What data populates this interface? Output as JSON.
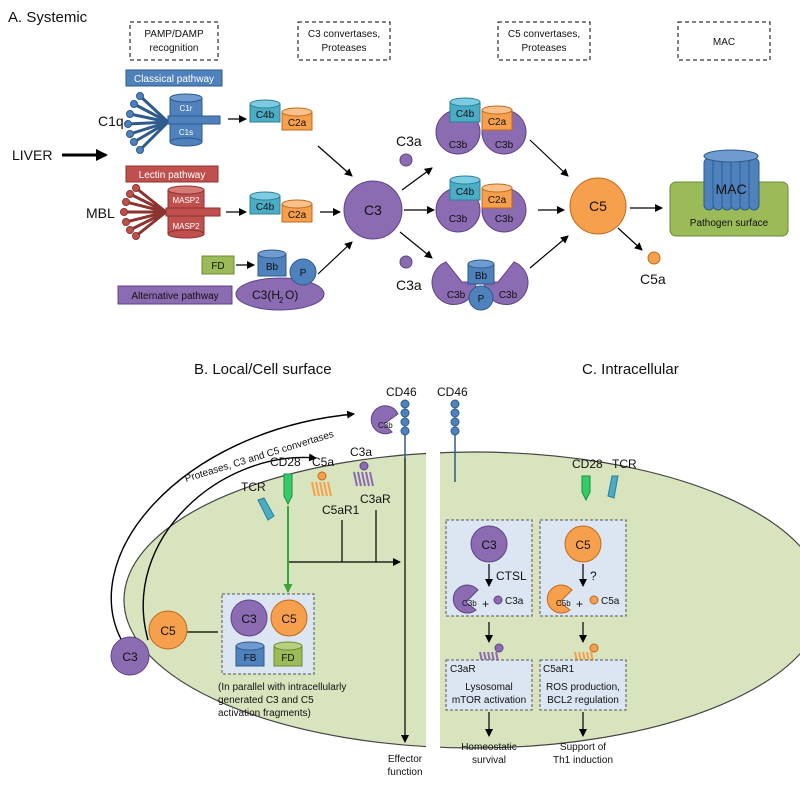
{
  "systemic": {
    "title": "A. Systemic",
    "stages": {
      "pamp_1": "PAMP/DAMP",
      "pamp_2": "recognition",
      "c3conv_1": "C3 convertases,",
      "c3conv_2": "Proteases",
      "c5conv_1": "C5 convertases,",
      "c5conv_2": "Proteases",
      "mac": "MAC"
    },
    "liver": "LIVER",
    "classical": {
      "label": "Classical pathway",
      "recognition": "C1q",
      "c1r": "C1r",
      "c1s": "C1s"
    },
    "lectin": {
      "label": "Lectin pathway",
      "recognition": "MBL",
      "masp_top": "MASP2",
      "masp_bottom": "MASP2"
    },
    "alternative": {
      "label": "Alternative pathway",
      "fd": "FD",
      "bb": "Bb",
      "p": "P",
      "c3h2o": "C3(H",
      "h2o_sub": "2",
      "h2o_close": "O)"
    },
    "c4b": "C4b",
    "c2a": "C2a",
    "c3": "C3",
    "c3a": "C3a",
    "c3b": "C3b",
    "bb": "Bb",
    "p": "P",
    "c5": "C5",
    "c5a": "C5a",
    "mac": "MAC",
    "pathogen_surface": "Pathogen surface"
  },
  "local": {
    "title": "B. Local/Cell surface",
    "arc_label": "Proteases, C3 and C5 convertases",
    "cd46": "CD46",
    "c3b": "C3b",
    "cd28": "CD28",
    "tcr": "TCR",
    "c5a": "C5a",
    "c5ar1": "C5aR1",
    "c3a": "C3a",
    "c3ar": "C3aR",
    "c3": "C3",
    "c5": "C5",
    "box": {
      "c3": "C3",
      "c5": "C5",
      "fb": "FB",
      "fd": "FD"
    },
    "note_1": "(In parallel with intracellularly",
    "note_2": "generated C3 and C5",
    "note_3": "activation fragments)",
    "effector_1": "Effector",
    "effector_2": "function"
  },
  "intracellular": {
    "title": "C. Intracellular",
    "cd46": "CD46",
    "cd28": "CD28",
    "tcr": "TCR",
    "c3": "C3",
    "ctsl": "CTSL",
    "c3b": "C3b",
    "plus": "+",
    "c3a": "C3a",
    "c5": "C5",
    "question": "?",
    "c5b": "C5b",
    "c5a": "C5a",
    "c3ar": "C3aR",
    "lyso_1": "Lysosomal",
    "lyso_2": "mTOR activation",
    "c5ar1": "C5aR1",
    "ros_1": "ROS production,",
    "ros_2": "BCL2 regulation",
    "homeo_1": "Homeostatic",
    "homeo_2": "survival",
    "th1_1": "Support of",
    "th1_2": "Th1 induction"
  },
  "colors": {
    "purple": "#8b6bb1",
    "orange": "#f6a04d",
    "blue": "#4f81bd",
    "cyan": "#4bacc6",
    "red": "#c0504d",
    "green_fill": "#9bbb59",
    "cell_fill": "#d7e4bd",
    "cd28_green": "#33cc66",
    "arrow_green": "#3aa535"
  }
}
